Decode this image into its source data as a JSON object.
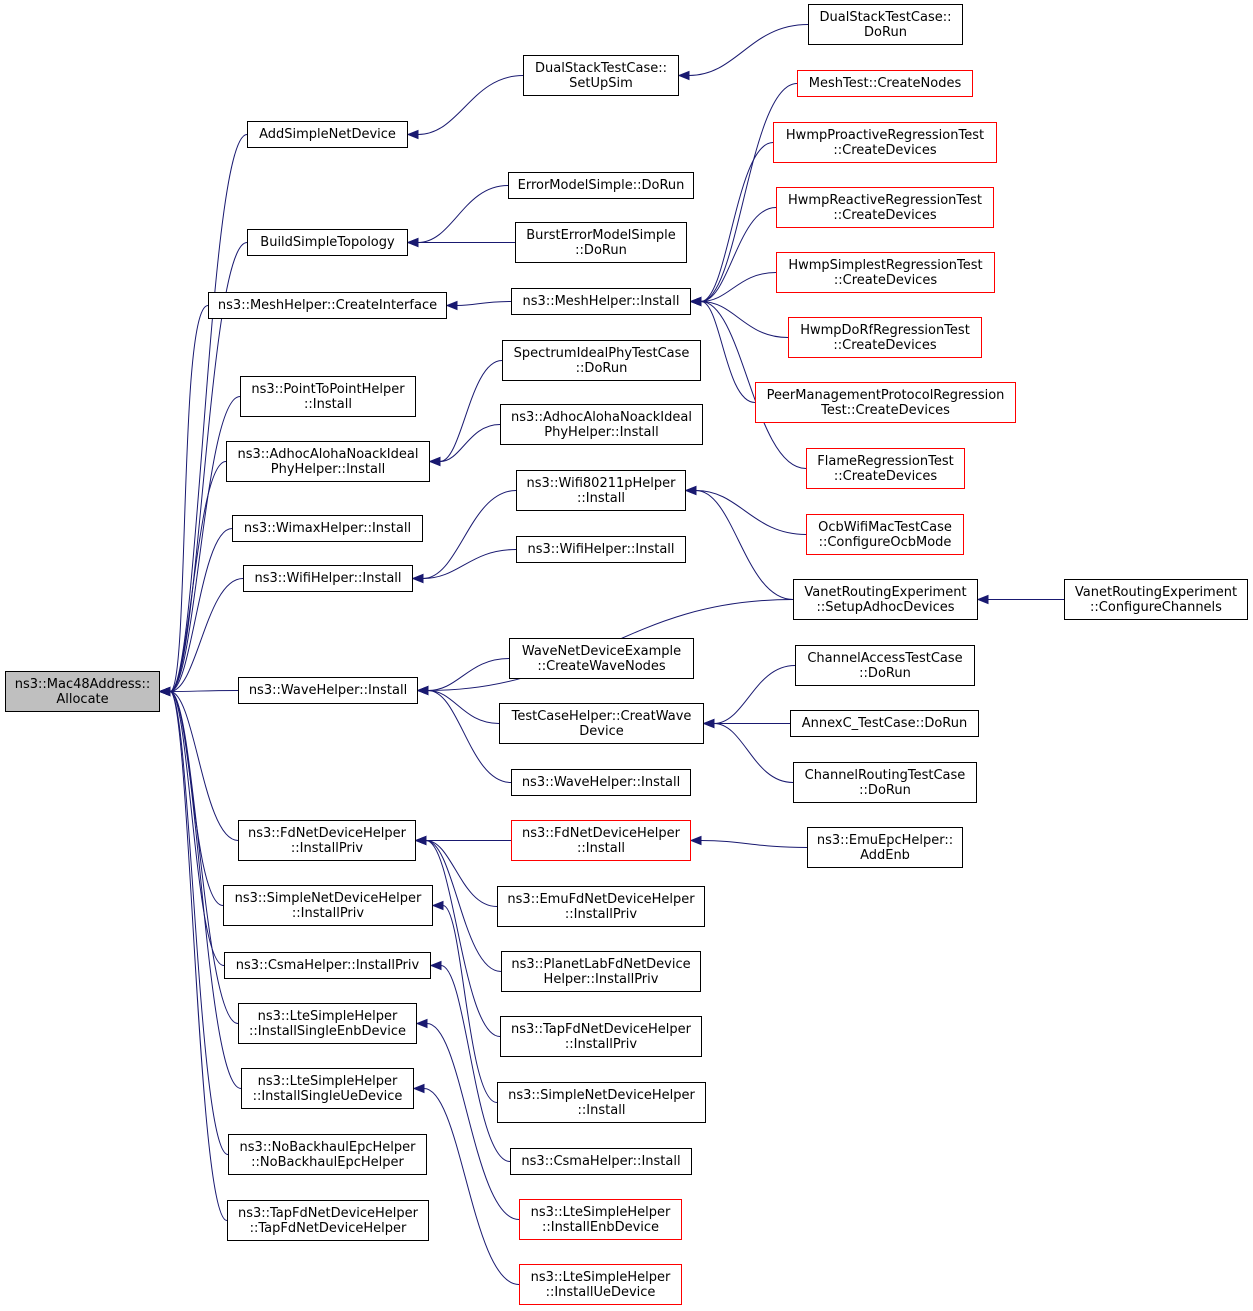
{
  "graph": {
    "edge_color": "#191970",
    "root_fill": "#bfbfbf",
    "incomplete_border": "#ff0000",
    "nodes": {
      "root": {
        "lines": [
          "ns3::Mac48Address::",
          "Allocate"
        ],
        "incomplete": false
      },
      "addsimple": {
        "lines": [
          "AddSimpleNetDevice"
        ],
        "incomplete": false
      },
      "buildsimple": {
        "lines": [
          "BuildSimpleTopology"
        ],
        "incomplete": false
      },
      "meshcreateif": {
        "lines": [
          "ns3::MeshHelper::CreateInterface"
        ],
        "incomplete": false
      },
      "p2p": {
        "lines": [
          "ns3::PointToPointHelper",
          "::Install"
        ],
        "incomplete": false
      },
      "adhocaloha": {
        "lines": [
          "ns3::AdhocAlohaNoackIdeal",
          "PhyHelper::Install"
        ],
        "incomplete": false
      },
      "wimax": {
        "lines": [
          "ns3::WimaxHelper::Install"
        ],
        "incomplete": false
      },
      "wifihelper1": {
        "lines": [
          "ns3::WifiHelper::Install"
        ],
        "incomplete": false
      },
      "wavehelper1": {
        "lines": [
          "ns3::WaveHelper::Install"
        ],
        "incomplete": false
      },
      "fdnet": {
        "lines": [
          "ns3::FdNetDeviceHelper",
          "::InstallPriv"
        ],
        "incomplete": false
      },
      "simplenet": {
        "lines": [
          "ns3::SimpleNetDeviceHelper",
          "::InstallPriv"
        ],
        "incomplete": false
      },
      "csma": {
        "lines": [
          "ns3::CsmaHelper::InstallPriv"
        ],
        "incomplete": false
      },
      "ltesimpleenb": {
        "lines": [
          "ns3::LteSimpleHelper",
          "::InstallSingleEnbDevice"
        ],
        "incomplete": false
      },
      "ltesimpleue": {
        "lines": [
          "ns3::LteSimpleHelper",
          "::InstallSingleUeDevice"
        ],
        "incomplete": false
      },
      "nobackhaul": {
        "lines": [
          "ns3::NoBackhaulEpcHelper",
          "::NoBackhaulEpcHelper"
        ],
        "incomplete": false
      },
      "tapfd": {
        "lines": [
          "ns3::TapFdNetDeviceHelper",
          "::TapFdNetDeviceHelper"
        ],
        "incomplete": false
      },
      "dualsetup": {
        "lines": [
          "DualStackTestCase::",
          "SetUpSim"
        ],
        "incomplete": false
      },
      "errmodel": {
        "lines": [
          "ErrorModelSimple::DoRun"
        ],
        "incomplete": false
      },
      "bursterr": {
        "lines": [
          "BurstErrorModelSimple",
          "::DoRun"
        ],
        "incomplete": false
      },
      "meshinstall": {
        "lines": [
          "ns3::MeshHelper::Install"
        ],
        "incomplete": false
      },
      "spectrum": {
        "lines": [
          "SpectrumIdealPhyTestCase",
          "::DoRun"
        ],
        "incomplete": false
      },
      "adhocaloha2": {
        "lines": [
          "ns3::AdhocAlohaNoackIdeal",
          "PhyHelper::Install"
        ],
        "incomplete": false
      },
      "wifi80211p": {
        "lines": [
          "ns3::Wifi80211pHelper",
          "::Install"
        ],
        "incomplete": false
      },
      "wifihelper2": {
        "lines": [
          "ns3::WifiHelper::Install"
        ],
        "incomplete": false
      },
      "wavenetex": {
        "lines": [
          "WaveNetDeviceExample",
          "::CreateWaveNodes"
        ],
        "incomplete": false
      },
      "testcasehelper": {
        "lines": [
          "TestCaseHelper::CreatWave",
          "Device"
        ],
        "incomplete": false
      },
      "wavehelper2": {
        "lines": [
          "ns3::WaveHelper::Install"
        ],
        "incomplete": false
      },
      "fdnetinstall": {
        "lines": [
          "ns3::FdNetDeviceHelper",
          "::Install"
        ],
        "incomplete": true
      },
      "emufd": {
        "lines": [
          "ns3::EmuFdNetDeviceHelper",
          "::InstallPriv"
        ],
        "incomplete": false
      },
      "planetlab": {
        "lines": [
          "ns3::PlanetLabFdNetDevice",
          "Helper::InstallPriv"
        ],
        "incomplete": false
      },
      "tapfdpriv": {
        "lines": [
          "ns3::TapFdNetDeviceHelper",
          "::InstallPriv"
        ],
        "incomplete": false
      },
      "simplenetinstall": {
        "lines": [
          "ns3::SimpleNetDeviceHelper",
          "::Install"
        ],
        "incomplete": false
      },
      "csmainstall": {
        "lines": [
          "ns3::CsmaHelper::Install"
        ],
        "incomplete": false
      },
      "lteenb": {
        "lines": [
          "ns3::LteSimpleHelper",
          "::InstallEnbDevice"
        ],
        "incomplete": true
      },
      "lteue": {
        "lines": [
          "ns3::LteSimpleHelper",
          "::InstallUeDevice"
        ],
        "incomplete": true
      },
      "dualdorun": {
        "lines": [
          "DualStackTestCase::",
          "DoRun"
        ],
        "incomplete": false
      },
      "meshtest": {
        "lines": [
          "MeshTest::CreateNodes"
        ],
        "incomplete": true
      },
      "hwmpproactive": {
        "lines": [
          "HwmpProactiveRegressionTest",
          "::CreateDevices"
        ],
        "incomplete": true
      },
      "hwmpreactive": {
        "lines": [
          "HwmpReactiveRegressionTest",
          "::CreateDevices"
        ],
        "incomplete": true
      },
      "hwmpsimplest": {
        "lines": [
          "HwmpSimplestRegressionTest",
          "::CreateDevices"
        ],
        "incomplete": true
      },
      "hwmpdorf": {
        "lines": [
          "HwmpDoRfRegressionTest",
          "::CreateDevices"
        ],
        "incomplete": true
      },
      "peermgmt": {
        "lines": [
          "PeerManagementProtocolRegression",
          "Test::CreateDevices"
        ],
        "incomplete": true
      },
      "flame": {
        "lines": [
          "FlameRegressionTest",
          "::CreateDevices"
        ],
        "incomplete": true
      },
      "ocbwifi": {
        "lines": [
          "OcbWifiMacTestCase",
          "::ConfigureOcbMode"
        ],
        "incomplete": true
      },
      "vanetsetup": {
        "lines": [
          "VanetRoutingExperiment",
          "::SetupAdhocDevices"
        ],
        "incomplete": false
      },
      "channelaccess": {
        "lines": [
          "ChannelAccessTestCase",
          "::DoRun"
        ],
        "incomplete": false
      },
      "annexc": {
        "lines": [
          "AnnexC_TestCase::DoRun"
        ],
        "incomplete": false
      },
      "channelrouting": {
        "lines": [
          "ChannelRoutingTestCase",
          "::DoRun"
        ],
        "incomplete": false
      },
      "emuepc": {
        "lines": [
          "ns3::EmuEpcHelper::",
          "AddEnb"
        ],
        "incomplete": false
      },
      "vanetconfig": {
        "lines": [
          "VanetRoutingExperiment",
          "::ConfigureChannels"
        ],
        "incomplete": false
      }
    },
    "edges": [
      [
        "addsimple",
        "root"
      ],
      [
        "buildsimple",
        "root"
      ],
      [
        "meshcreateif",
        "root"
      ],
      [
        "p2p",
        "root"
      ],
      [
        "adhocaloha",
        "root"
      ],
      [
        "wimax",
        "root"
      ],
      [
        "wifihelper1",
        "root"
      ],
      [
        "wavehelper1",
        "root"
      ],
      [
        "fdnet",
        "root"
      ],
      [
        "simplenet",
        "root"
      ],
      [
        "csma",
        "root"
      ],
      [
        "ltesimpleenb",
        "root"
      ],
      [
        "ltesimpleue",
        "root"
      ],
      [
        "nobackhaul",
        "root"
      ],
      [
        "tapfd",
        "root"
      ],
      [
        "dualsetup",
        "addsimple"
      ],
      [
        "errmodel",
        "buildsimple"
      ],
      [
        "bursterr",
        "buildsimple"
      ],
      [
        "meshinstall",
        "meshcreateif"
      ],
      [
        "spectrum",
        "adhocaloha"
      ],
      [
        "adhocaloha2",
        "adhocaloha"
      ],
      [
        "wifi80211p",
        "wifihelper1"
      ],
      [
        "wifihelper2",
        "wifihelper1"
      ],
      [
        "vanetsetup",
        "wavehelper1"
      ],
      [
        "wavenetex",
        "wavehelper1"
      ],
      [
        "testcasehelper",
        "wavehelper1"
      ],
      [
        "wavehelper2",
        "wavehelper1"
      ],
      [
        "fdnetinstall",
        "fdnet"
      ],
      [
        "emufd",
        "fdnet"
      ],
      [
        "planetlab",
        "fdnet"
      ],
      [
        "tapfdpriv",
        "fdnet"
      ],
      [
        "simplenetinstall",
        "simplenet"
      ],
      [
        "csmainstall",
        "csma"
      ],
      [
        "lteenb",
        "ltesimpleenb"
      ],
      [
        "lteue",
        "ltesimpleue"
      ],
      [
        "dualdorun",
        "dualsetup"
      ],
      [
        "meshtest",
        "meshinstall"
      ],
      [
        "hwmpproactive",
        "meshinstall"
      ],
      [
        "hwmpreactive",
        "meshinstall"
      ],
      [
        "hwmpsimplest",
        "meshinstall"
      ],
      [
        "hwmpdorf",
        "meshinstall"
      ],
      [
        "peermgmt",
        "meshinstall"
      ],
      [
        "flame",
        "meshinstall"
      ],
      [
        "ocbwifi",
        "wifi80211p"
      ],
      [
        "vanetsetup",
        "wifi80211p"
      ],
      [
        "channelaccess",
        "testcasehelper"
      ],
      [
        "annexc",
        "testcasehelper"
      ],
      [
        "channelrouting",
        "testcasehelper"
      ],
      [
        "emuepc",
        "fdnetinstall"
      ],
      [
        "vanetconfig",
        "vanetsetup"
      ]
    ]
  }
}
